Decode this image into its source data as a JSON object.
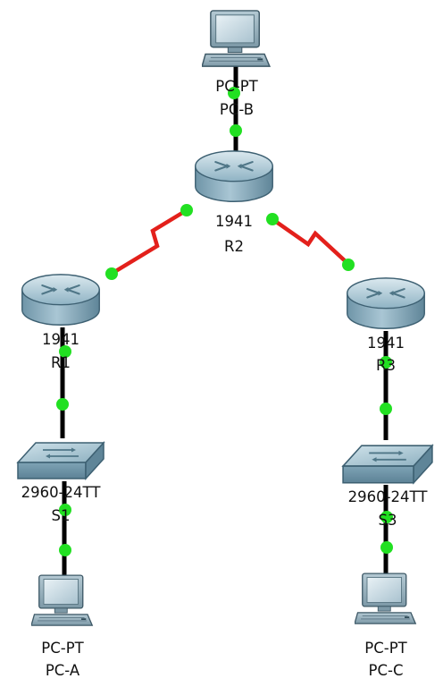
{
  "colors": {
    "ethernet_link": "#000000",
    "serial_link": "#e3201b",
    "port_up": "#22e022"
  },
  "devices": [
    {
      "id": "pc-b",
      "kind": "pc",
      "icon": "pc-icon",
      "model": "PC-PT",
      "name": "PC-B"
    },
    {
      "id": "r2",
      "kind": "router",
      "icon": "router-icon",
      "model": "1941",
      "name": "R2"
    },
    {
      "id": "r1",
      "kind": "router",
      "icon": "router-icon",
      "model": "1941",
      "name": "R1"
    },
    {
      "id": "r3",
      "kind": "router",
      "icon": "router-icon",
      "model": "1941",
      "name": "R3"
    },
    {
      "id": "s1",
      "kind": "switch",
      "icon": "switch-icon",
      "model": "2960-24TT",
      "name": "S1"
    },
    {
      "id": "s3",
      "kind": "switch",
      "icon": "switch-icon",
      "model": "2960-24TT",
      "name": "S3"
    },
    {
      "id": "pc-a",
      "kind": "pc",
      "icon": "pc-icon",
      "model": "PC-PT",
      "name": "PC-A"
    },
    {
      "id": "pc-c",
      "kind": "pc",
      "icon": "pc-icon",
      "model": "PC-PT",
      "name": "PC-C"
    }
  ],
  "links": [
    {
      "from": "pc-b",
      "to": "r2",
      "type": "ethernet"
    },
    {
      "from": "r2",
      "to": "r1",
      "type": "serial"
    },
    {
      "from": "r2",
      "to": "r3",
      "type": "serial"
    },
    {
      "from": "r1",
      "to": "s1",
      "type": "ethernet"
    },
    {
      "from": "r3",
      "to": "s3",
      "type": "ethernet"
    },
    {
      "from": "s1",
      "to": "pc-a",
      "type": "ethernet"
    },
    {
      "from": "s3",
      "to": "pc-c",
      "type": "ethernet"
    }
  ]
}
